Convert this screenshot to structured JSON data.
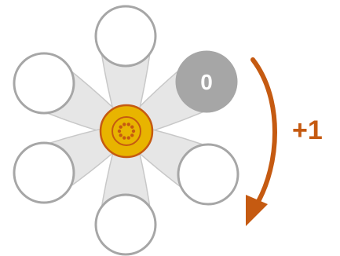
{
  "diagram": {
    "slots": [
      {
        "id": "right-upper",
        "label": "0",
        "active": true
      },
      {
        "id": "top",
        "label": "",
        "active": false
      },
      {
        "id": "left-upper",
        "label": "",
        "active": false
      },
      {
        "id": "left-lower",
        "label": "",
        "active": false
      },
      {
        "id": "bottom",
        "label": "",
        "active": false
      },
      {
        "id": "right-lower",
        "label": "",
        "active": false
      }
    ],
    "step": {
      "label": "+1",
      "direction": "clockwise"
    },
    "colors": {
      "petal_fill": "#e6e6e6",
      "petal_stroke": "#c8c8c8",
      "slot_stroke": "#a6a6a6",
      "active_slot": "#a6a6a6",
      "active_text": "#ffffff",
      "hub_fill": "#e8b400",
      "hub_stroke": "#c55a11",
      "hub_dots": "#c55a11",
      "arrow": "#c55a11"
    }
  }
}
